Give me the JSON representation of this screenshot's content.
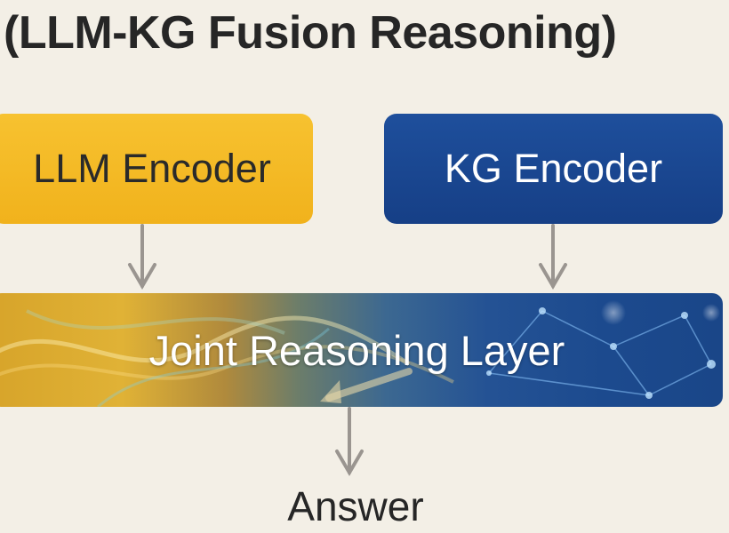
{
  "title": "(LLM-KG Fusion Reasoning)",
  "nodes": {
    "llm_encoder": "LLM Encoder",
    "kg_encoder": "KG Encoder",
    "joint_reasoning": "Joint Reasoning Layer",
    "answer": "Answer"
  },
  "colors": {
    "background": "#f3efe6",
    "llm_box": "#f4b824",
    "kg_box": "#1a4690",
    "arrow": "#9a9590"
  }
}
